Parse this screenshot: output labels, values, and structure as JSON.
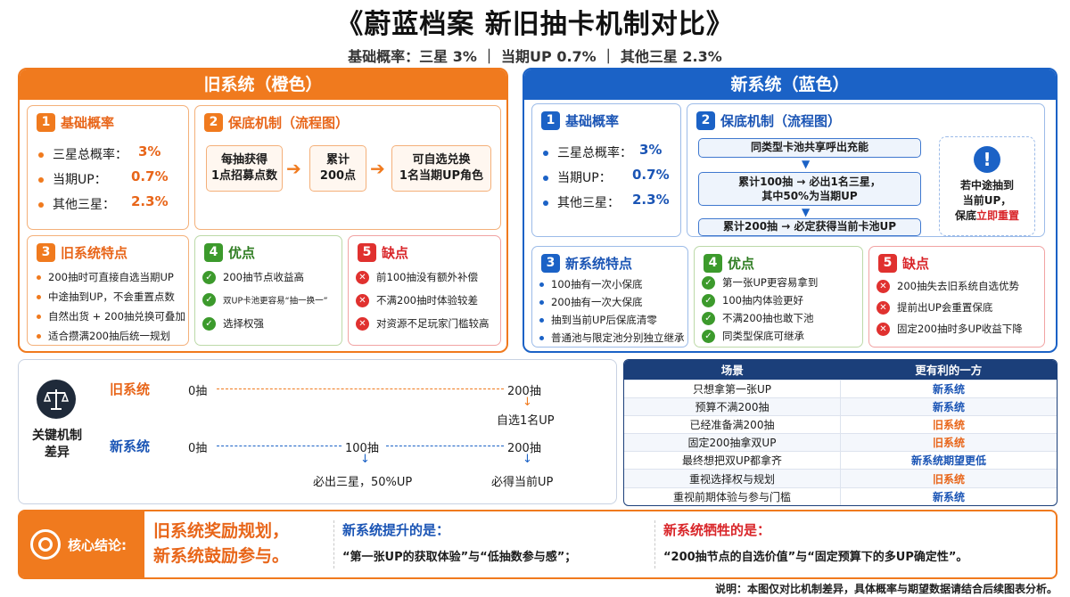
{
  "title": "《蔚蓝档案 新旧抽卡机制对比》",
  "subtitle": "基础概率：三星 3% ｜ 当期UP 0.7% ｜ 其他三星 2.3%",
  "old": {
    "header": "旧系统（橙色）",
    "basic": {
      "num": "1",
      "title": "基础概率",
      "rows": [
        {
          "label": "三星总概率：",
          "value": "3%"
        },
        {
          "label": "当期UP：",
          "value": "0.7%"
        },
        {
          "label": "其他三星：",
          "value": "2.3%"
        }
      ]
    },
    "guarantee": {
      "num": "2",
      "title": "保底机制（流程图）",
      "flow": [
        "每抽获得\n1点招募点数",
        "累计\n200点",
        "可自选兑换\n1名当期UP角色"
      ]
    },
    "features": {
      "num": "3",
      "title": "旧系统特点",
      "items": [
        "200抽时可直接自选当期UP",
        "中途抽到UP，不会重置点数",
        "自然出货 + 200抽兑换可叠加",
        "适合攒满200抽后统一规划"
      ]
    },
    "pros": {
      "num": "4",
      "title": "优点",
      "items": [
        "200抽节点收益高",
        "双UP卡池更容易“抽一换一”",
        "选择权强"
      ]
    },
    "cons": {
      "num": "5",
      "title": "缺点",
      "items": [
        "前100抽没有额外补偿",
        "不满200抽时体验较差",
        "对资源不足玩家门槛较高"
      ]
    }
  },
  "new": {
    "header": "新系统（蓝色）",
    "basic": {
      "num": "1",
      "title": "基础概率",
      "rows": [
        {
          "label": "三星总概率：",
          "value": "3%"
        },
        {
          "label": "当期UP：",
          "value": "0.7%"
        },
        {
          "label": "其他三星：",
          "value": "2.3%"
        }
      ]
    },
    "guarantee": {
      "num": "2",
      "title": "保底机制（流程图）",
      "flow": [
        "同类型卡池共享呼出充能",
        "累计100抽 → 必出1名三星，\n其中50%为当期UP",
        "累计200抽 → 必定获得当前卡池UP"
      ],
      "note_a": "若中途抽到\n当前UP，\n保底",
      "note_b": "立即重置"
    },
    "features": {
      "num": "3",
      "title": "新系统特点",
      "items": [
        "100抽有一次小保底",
        "200抽有一次大保底",
        "抽到当前UP后保底清零",
        "普通池与限定池分别独立继承"
      ]
    },
    "pros": {
      "num": "4",
      "title": "优点",
      "items": [
        "第一张UP更容易拿到",
        "100抽内体验更好",
        "不满200抽也敢下池",
        "同类型保底可继承"
      ]
    },
    "cons": {
      "num": "5",
      "title": "缺点",
      "items": [
        "200抽失去旧系统自选优势",
        "提前出UP会重置保底",
        "固定200抽时多UP收益下降"
      ]
    }
  },
  "diff": {
    "label": "关键机制\n差异",
    "old_label": "旧系统",
    "new_label": "新系统",
    "old_start": "0抽",
    "old_end": "200抽",
    "old_end_note": "自选1名UP",
    "new_start": "0抽",
    "new_mid": "100抽",
    "new_end": "200抽",
    "new_mid_note": "必出三星，50%UP",
    "new_end_note": "必得当前UP"
  },
  "table": {
    "headers": [
      "场景",
      "更有利的一方"
    ],
    "rows": [
      {
        "scene": "只想拿第一张UP",
        "winner": "新系统",
        "side": "new"
      },
      {
        "scene": "预算不满200抽",
        "winner": "新系统",
        "side": "new"
      },
      {
        "scene": "已经准备满200抽",
        "winner": "旧系统",
        "side": "old"
      },
      {
        "scene": "固定200抽拿双UP",
        "winner": "旧系统",
        "side": "old"
      },
      {
        "scene": "最终想把双UP都拿齐",
        "winner": "新系统期望更低",
        "side": "new"
      },
      {
        "scene": "重视选择权与规划",
        "winner": "旧系统",
        "side": "old"
      },
      {
        "scene": "重视前期体验与参与门槛",
        "winner": "新系统",
        "side": "new"
      }
    ]
  },
  "conclusion": {
    "label": "核心结论:",
    "main": "旧系统奖励规划，\n新系统鼓励参与。",
    "gain_title": "新系统提升的是：",
    "gain_text": "“第一张UP的获取体验”与“低抽数参与感”；",
    "cost_title": "新系统牺牲的是：",
    "cost_text": "“200抽节点的自选价值”与“固定预算下的多UP确定性”。"
  },
  "footnote": "说明：本图仅对比机制差异，具体概率与期望数据请结合后续图表分析。",
  "colors": {
    "orange": "#f07a1e",
    "blue": "#1b62c6",
    "green": "#3c9a2c",
    "red": "#e0312f",
    "navy": "#1b3f7a"
  },
  "icons": [
    "scale-icon",
    "target-icon",
    "exclamation-icon",
    "check-icon",
    "cross-icon",
    "arrow-right-icon",
    "arrow-down-icon"
  ]
}
